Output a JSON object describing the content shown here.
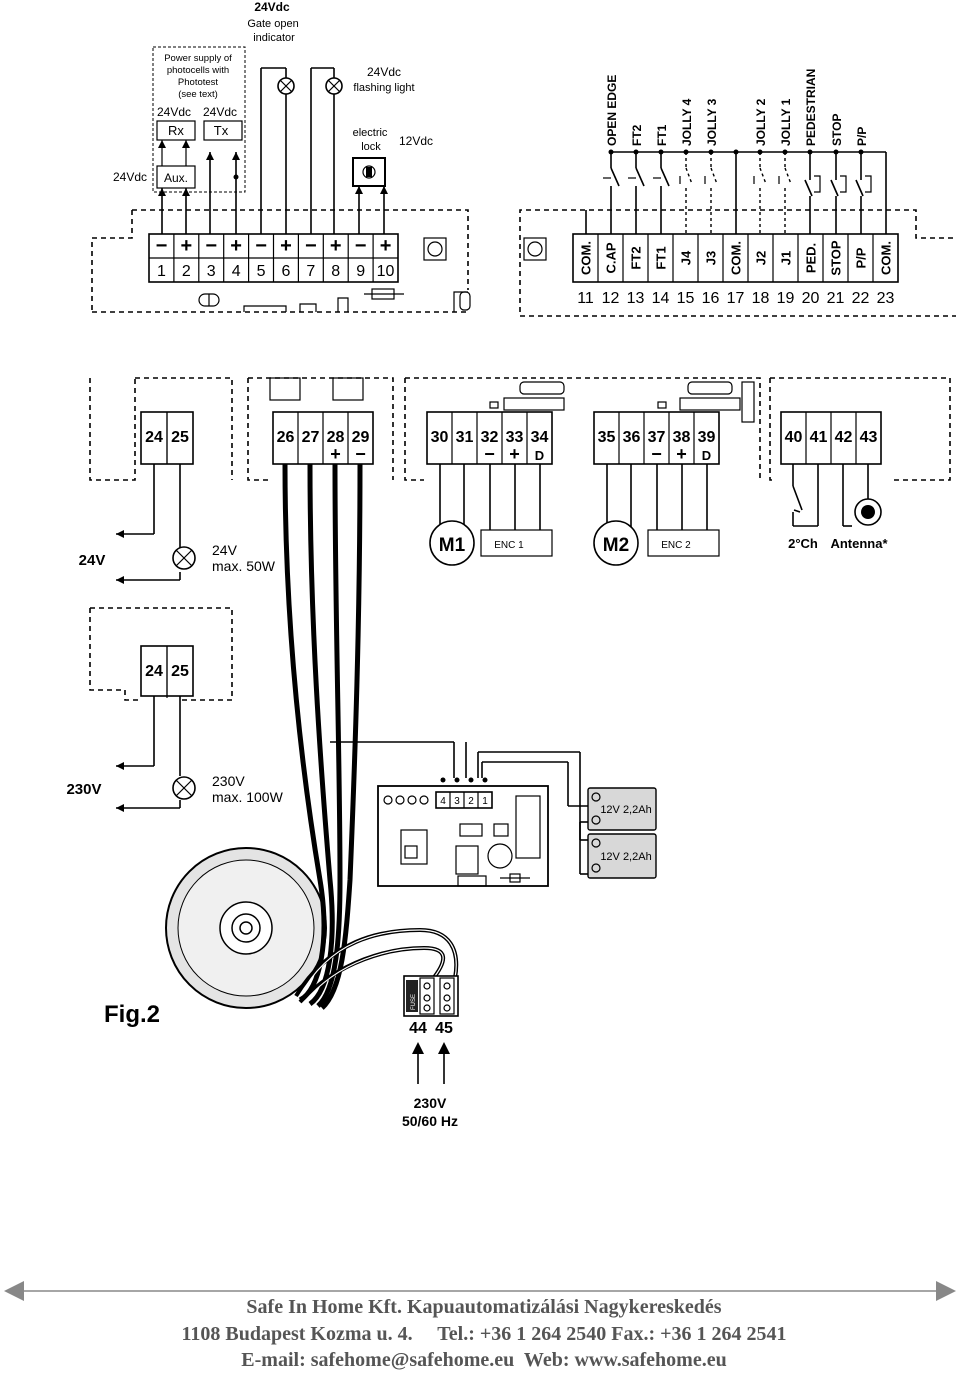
{
  "top": {
    "gate_indicator": {
      "voltage": "24Vdc",
      "line1": "Gate open",
      "line2": "indicator"
    },
    "photocell_box": {
      "lines": [
        "Power supply of",
        "photocells with",
        "Phototest",
        "(see text)"
      ]
    },
    "rx": {
      "voltage": "24Vdc",
      "label": "Rx"
    },
    "tx": {
      "voltage": "24Vdc",
      "label": "Tx"
    },
    "aux": {
      "voltage": "24Vdc",
      "label": "Aux."
    },
    "flashing": {
      "voltage": "24Vdc",
      "label": "flashing light"
    },
    "lock": {
      "line1": "electric",
      "line2": "lock",
      "voltage": "12Vdc"
    },
    "left_terminals": {
      "numbers": [
        "1",
        "2",
        "3",
        "4",
        "5",
        "6",
        "7",
        "8",
        "9",
        "10"
      ],
      "signs": [
        "−",
        "+",
        "−",
        "+",
        "−",
        "+",
        "−",
        "+",
        "−",
        "+"
      ]
    },
    "right_terminals": {
      "names": [
        "COM.",
        "C.AP",
        "FT2",
        "FT1",
        "J4",
        "J3",
        "COM.",
        "J2",
        "J1",
        "PED.",
        "STOP",
        "P/P",
        "COM."
      ],
      "numbers": [
        "11",
        "12",
        "13",
        "14",
        "15",
        "16",
        "17",
        "18",
        "19",
        "20",
        "21",
        "22",
        "23"
      ]
    },
    "input_labels": [
      "OPEN EDGE",
      "FT2",
      "FT1",
      "JOLLY 4",
      "JOLLY 3",
      "JOLLY 2",
      "JOLLY 1",
      "PEDESTRIAN",
      "STOP",
      "P/P"
    ]
  },
  "mid": {
    "t2425": [
      "24",
      "25"
    ],
    "t2629": [
      "26",
      "27",
      "28",
      "29"
    ],
    "t2629_signs": [
      "+",
      "−"
    ],
    "t3034": [
      "30",
      "31",
      "32",
      "33",
      "34"
    ],
    "t3034_signs": [
      "−",
      "+",
      "D"
    ],
    "t3539": [
      "35",
      "36",
      "37",
      "38",
      "39"
    ],
    "t3539_signs": [
      "−",
      "+",
      "D"
    ],
    "t4043": [
      "40",
      "41",
      "42",
      "43"
    ],
    "lamp24": {
      "supply": "24V",
      "line1": "24V",
      "line2": "max. 50W"
    },
    "m1": "M1",
    "enc1": "ENC 1",
    "m2": "M2",
    "enc2": "ENC 2",
    "ch2": "2°Ch",
    "antenna": "Antenna*"
  },
  "low": {
    "t2425b": [
      "24",
      "25"
    ],
    "lamp230": {
      "supply": "230V",
      "line1": "230V",
      "line2": "max. 100W"
    },
    "board_pins": [
      "4",
      "3",
      "2",
      "1"
    ],
    "battery1": "12V 2,2Ah",
    "battery2": "12V 2,2Ah",
    "fig": "Fig.2",
    "fuse": "FUSE",
    "t4445": [
      "44",
      "45"
    ],
    "mains": {
      "line1": "230V",
      "line2": "50/60 Hz"
    }
  },
  "footer": {
    "line1": "Safe In Home Kft. Kapuautomatizálási Nagykereskedés",
    "line2": "1108 Budapest Kozma u. 4.     Tel.: +36 1 264 2540 Fax.: +36 1 264 2541",
    "line3": "E-mail: safehome@safehome.eu  Web: www.safehome.eu"
  }
}
